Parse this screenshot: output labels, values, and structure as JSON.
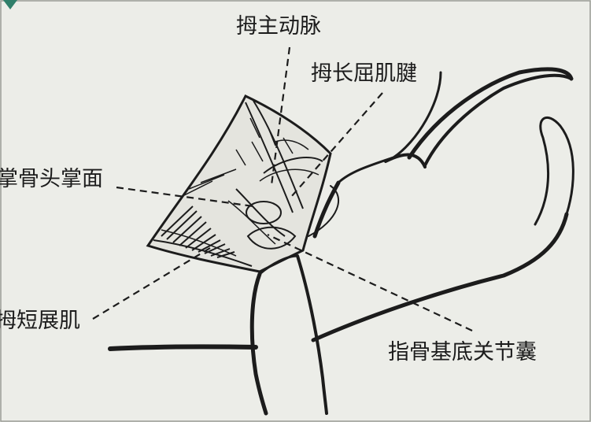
{
  "labels": {
    "thumb_artery": "拇主动脉",
    "flexor_tendon": "拇长屈肌腱",
    "metacarpal_head": "掌骨头掌面",
    "abductor_brevis": "拇短展肌",
    "joint_capsule": "指骨基底关节囊"
  },
  "colors": {
    "background": "#ecede8",
    "ink": "#1c1c1c",
    "corner_marker": "#2f7f6a"
  },
  "icons": {
    "corner_marker": "triangle-down-icon"
  }
}
